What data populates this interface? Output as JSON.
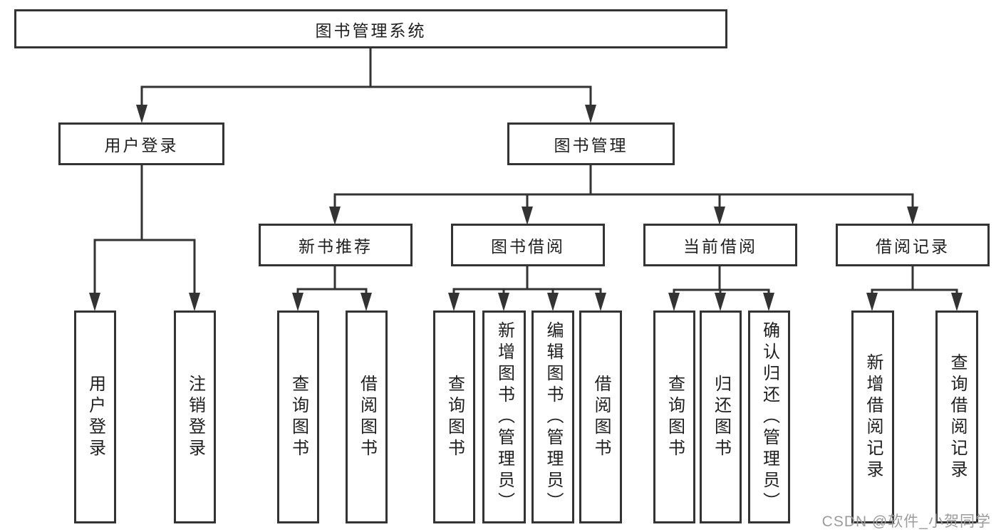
{
  "title": "图书管理系统",
  "watermark": "CSDN @软件_小贺同学",
  "colors": {
    "line": "#333333",
    "text": "#1f1f1f",
    "box_background": "#ffffff",
    "watermark": "#9c9c9c"
  },
  "tree": {
    "label": "图书管理系统",
    "children": [
      {
        "label": "用户登录",
        "children": [
          {
            "label": "用户登录"
          },
          {
            "label": "注销登录"
          }
        ]
      },
      {
        "label": "图书管理",
        "children": [
          {
            "label": "新书推荐",
            "children": [
              {
                "label": "查询图书"
              },
              {
                "label": "借阅图书"
              }
            ]
          },
          {
            "label": "图书借阅",
            "children": [
              {
                "label": "查询图书"
              },
              {
                "label": "新增图书（管理员）"
              },
              {
                "label": "编辑图书（管理员）"
              },
              {
                "label": "借阅图书"
              }
            ]
          },
          {
            "label": "当前借阅",
            "children": [
              {
                "label": "查询图书"
              },
              {
                "label": "归还图书"
              },
              {
                "label": "确认归还（管理员）"
              }
            ]
          },
          {
            "label": "借阅记录",
            "children": [
              {
                "label": "新增借阅记录"
              },
              {
                "label": "查询借阅记录"
              }
            ]
          }
        ]
      }
    ]
  }
}
